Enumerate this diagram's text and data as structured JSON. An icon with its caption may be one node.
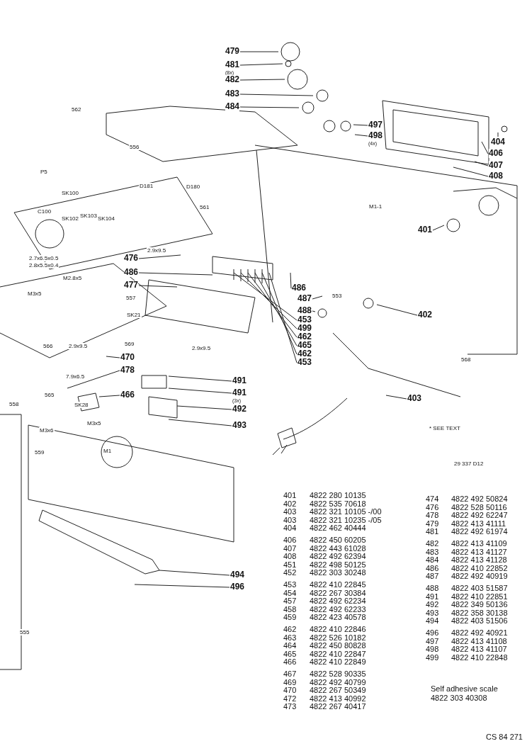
{
  "diagram": {
    "nodes": [
      {
        "text": [
          "479"
        ]
      },
      {
        "text": [
          "481"
        ],
        "beside": [
          "(8x)"
        ]
      },
      {
        "text": [
          "482"
        ]
      },
      {
        "text": [
          "483"
        ]
      },
      {
        "text": [
          "484"
        ]
      },
      {
        "text": [
          "497"
        ]
      },
      {
        "text": [
          "498"
        ],
        "beside": [
          "(4x)"
        ]
      },
      {
        "text": [
          "404"
        ]
      },
      {
        "text": [
          "406"
        ]
      },
      {
        "text": [
          "407"
        ]
      },
      {
        "text": [
          "408"
        ]
      },
      {
        "text": [
          "401"
        ]
      },
      {
        "text": [
          "476"
        ]
      },
      {
        "text": [
          "486"
        ]
      },
      {
        "text": [
          "477"
        ]
      },
      {
        "text": [
          "486"
        ]
      },
      {
        "text": [
          "487"
        ]
      },
      {
        "text": [
          "488"
        ]
      },
      {
        "text": [
          "453"
        ]
      },
      {
        "text": [
          "499"
        ]
      },
      {
        "text": [
          "462"
        ]
      },
      {
        "text": [
          "465"
        ]
      },
      {
        "text": [
          "462"
        ]
      },
      {
        "text": [
          "453"
        ]
      },
      {
        "text": [
          "402"
        ]
      },
      {
        "text": [
          "470"
        ]
      },
      {
        "text": [
          "478"
        ]
      },
      {
        "text": [
          "466"
        ]
      },
      {
        "text": [
          "491"
        ]
      },
      {
        "text": [
          "491"
        ],
        "beside": [
          "(3x)"
        ]
      },
      {
        "text": [
          "492"
        ]
      },
      {
        "text": [
          "493"
        ]
      },
      {
        "text": [
          "403"
        ]
      },
      {
        "text": [
          "494"
        ]
      },
      {
        "text": [
          "496"
        ]
      }
    ],
    "edges": [
      {
        "from": 0,
        "to": null,
        "arrow": "none"
      },
      {
        "from": 1,
        "to": null,
        "arrow": "none"
      },
      {
        "from": 2,
        "to": null,
        "arrow": "none"
      },
      {
        "from": 3,
        "to": null,
        "arrow": "none"
      },
      {
        "from": 4,
        "to": null,
        "arrow": "none"
      },
      {
        "from": 5,
        "to": null,
        "arrow": "none"
      },
      {
        "from": 6,
        "to": null,
        "arrow": "none"
      },
      {
        "from": 7,
        "to": null,
        "arrow": "none"
      },
      {
        "from": 8,
        "to": null,
        "arrow": "none"
      },
      {
        "from": 9,
        "to": null,
        "arrow": "none"
      },
      {
        "from": 10,
        "to": null,
        "arrow": "none"
      },
      {
        "from": 11,
        "to": null,
        "arrow": "none"
      },
      {
        "from": 12,
        "to": null,
        "arrow": "none"
      },
      {
        "from": 13,
        "to": null,
        "arrow": "none"
      },
      {
        "from": 14,
        "to": null,
        "arrow": "none"
      },
      {
        "from": 15,
        "to": null,
        "arrow": "none"
      },
      {
        "from": 16,
        "to": null,
        "arrow": "none"
      },
      {
        "from": 17,
        "to": null,
        "arrow": "none"
      },
      {
        "from": 18,
        "to": null,
        "arrow": "none"
      },
      {
        "from": 19,
        "to": null,
        "arrow": "none"
      },
      {
        "from": 20,
        "to": null,
        "arrow": "none"
      },
      {
        "from": 21,
        "to": null,
        "arrow": "none"
      },
      {
        "from": 22,
        "to": null,
        "arrow": "none"
      },
      {
        "from": 23,
        "to": null,
        "arrow": "none"
      },
      {
        "from": 24,
        "to": null,
        "arrow": "none"
      },
      {
        "from": 25,
        "to": null,
        "arrow": "none"
      },
      {
        "from": 26,
        "to": null,
        "arrow": "none"
      },
      {
        "from": 27,
        "to": null,
        "arrow": "none"
      },
      {
        "from": 28,
        "to": null,
        "arrow": "none"
      },
      {
        "from": 29,
        "to": null,
        "arrow": "none"
      },
      {
        "from": 30,
        "to": null,
        "arrow": "none"
      },
      {
        "from": 31,
        "to": null,
        "arrow": "none"
      },
      {
        "from": 32,
        "to": null,
        "arrow": "none"
      },
      {
        "from": 33,
        "to": null,
        "arrow": "none"
      },
      {
        "from": 34,
        "to": null,
        "arrow": "none"
      }
    ],
    "labels": [
      "562",
      "556",
      "P5",
      "D181",
      "D180",
      "SK100",
      "C100",
      "SK102",
      "SK103",
      "SK104",
      "561",
      "2.9x9.5",
      "2.7x6.5x0.5",
      "2.8x5.5x0.4",
      "M2.8x5",
      "M3x5",
      "557",
      "SK21",
      "566",
      "569",
      "2.9x9.5",
      "2.9x9.5",
      "7.9x6.5",
      "565",
      "558",
      "SK28",
      "M3x6",
      "M3x5",
      "M1",
      "559",
      "M1-1",
      "553",
      "568",
      "555",
      "* SEE TEXT",
      "29 337 D12",
      "401",
      "4822 280 10135",
      "402",
      "4822 535 70618",
      "403",
      "4822 321 10105 -/00",
      "403",
      "4822 321 10235 -/05",
      "404",
      "4822 462 40444",
      "406",
      "4822 450 60205",
      "407",
      "4822 443 61028",
      "408",
      "4822 492 62394",
      "451",
      "4822 498 50125",
      "452",
      "4822 303 30248",
      "453",
      "4822 410 22845",
      "454",
      "4822 267 30384",
      "457",
      "4822 492 62234",
      "458",
      "4822 492 62233",
      "459",
      "4822 423 40578",
      "462",
      "4822 410 22846",
      "463",
      "4822 526 10182",
      "464",
      "4822 450 80828",
      "465",
      "4822 410 22847",
      "466",
      "4822 410 22849",
      "467",
      "4822 528 90335",
      "469",
      "4822 492 40799",
      "470",
      "4822 267 50349",
      "472",
      "4822 413 40992",
      "473",
      "4822 267 40417",
      "474",
      "4822 492 50824",
      "476",
      "4822 528 50116",
      "478",
      "4822 492 62247",
      "479",
      "4822 413 41111",
      "481",
      "4822 492 61974",
      "482",
      "4822 413 41109",
      "483",
      "4822 413 41127",
      "484",
      "4822 413 41128",
      "486",
      "4822 410 22852",
      "487",
      "4822 492 40919",
      "488",
      "4822 403 51587",
      "491",
      "4822 410 22851",
      "492",
      "4822 349 50136",
      "493",
      "4822 358 30138",
      "494",
      "4822 403 51506",
      "496",
      "4822 492 40921",
      "497",
      "4822 413 41108",
      "498",
      "4822 413 41107",
      "499",
      "4822 410 22848",
      "Self adhesive scale",
      "4822 303 40308",
      "CS 84 271"
    ]
  }
}
